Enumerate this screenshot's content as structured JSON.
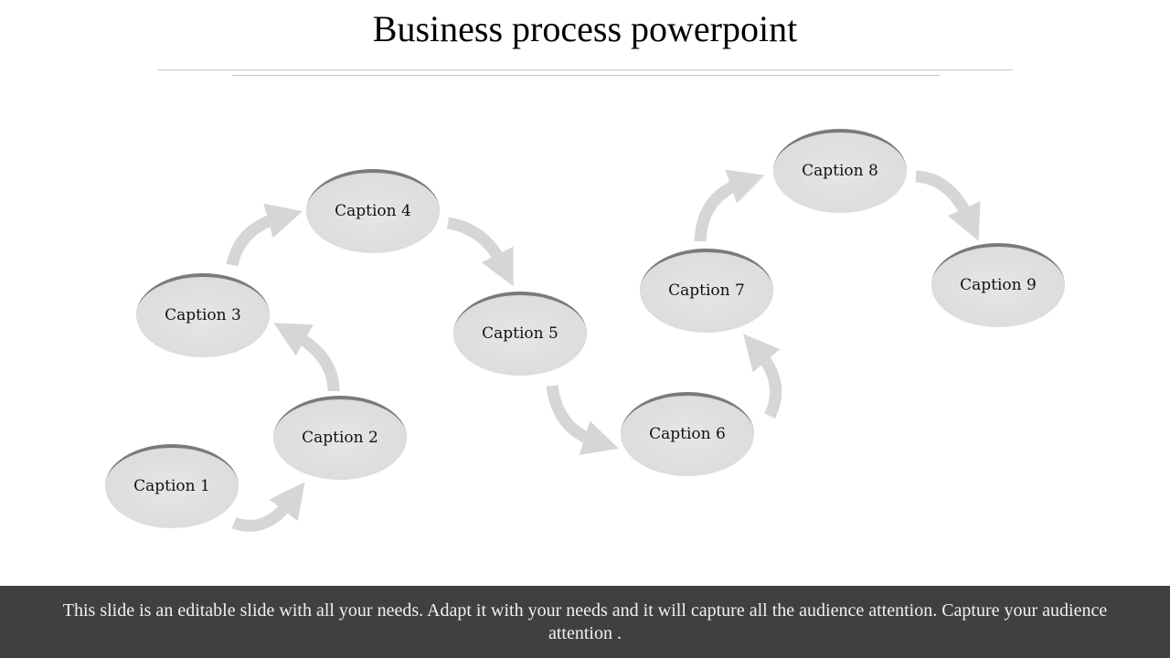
{
  "title": "Business process powerpoint",
  "nodes": [
    {
      "label": "Caption 1"
    },
    {
      "label": "Caption 2"
    },
    {
      "label": "Caption 3"
    },
    {
      "label": "Caption 4"
    },
    {
      "label": "Caption 5"
    },
    {
      "label": "Caption 6"
    },
    {
      "label": "Caption 7"
    },
    {
      "label": "Caption 8"
    },
    {
      "label": "Caption 9"
    }
  ],
  "footer": "This slide is an editable slide with all your needs. Adapt it with your needs and it will capture all the audience attention. Capture your audience attention .",
  "colors": {
    "node": "#dcdcdc",
    "rim": "#7a7a7a",
    "arrow": "#d6d6d6",
    "footer": "#404040"
  }
}
